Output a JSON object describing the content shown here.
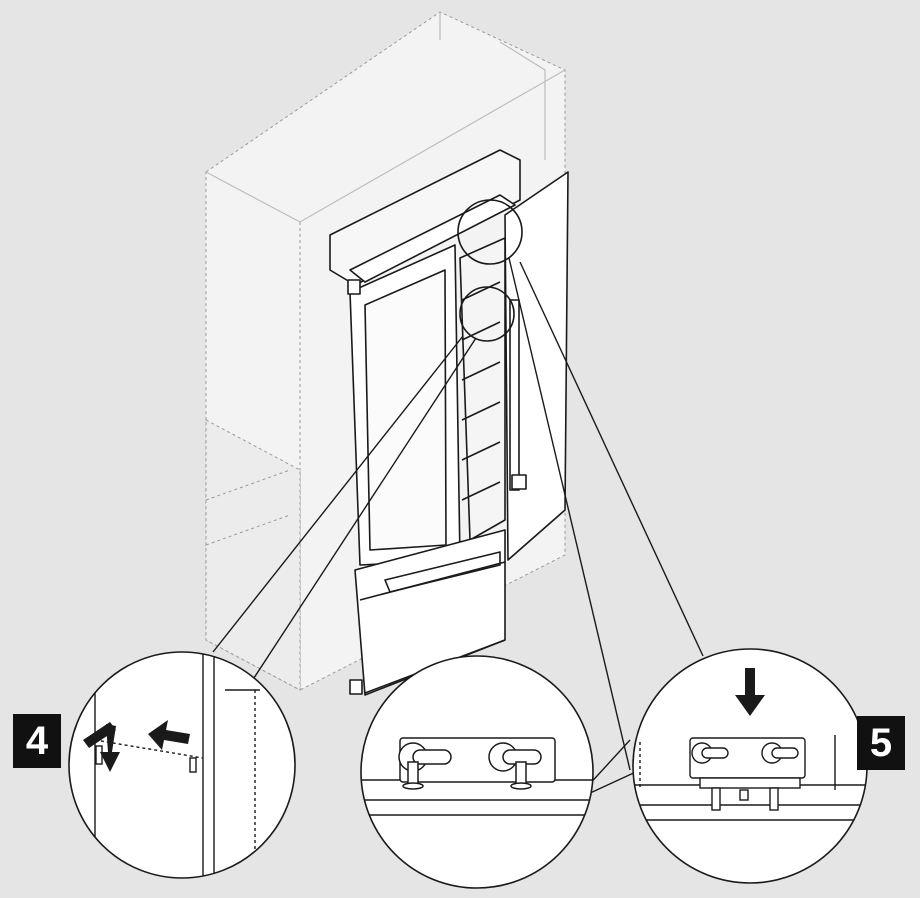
{
  "diagram": {
    "steps": [
      {
        "number": "4"
      },
      {
        "number": "5"
      }
    ],
    "colors": {
      "background": "#e5e5e5",
      "panel": "#ffffff",
      "line": "#1a1a1a",
      "badge": "#111111",
      "badge_text": "#ffffff"
    },
    "icons": [
      "refrigerator-illustration",
      "hinge-bracket-detail",
      "arrow-down-icon",
      "arrow-left-icon",
      "magnifier-circle"
    ]
  }
}
